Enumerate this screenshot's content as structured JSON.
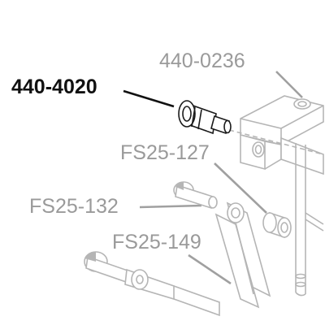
{
  "diagram": {
    "highlight_color": "#111111",
    "muted_color": "#9a9a9a",
    "labels": {
      "part_440_4020": "440-4020",
      "part_440_0236": "440-0236",
      "part_fs25_127": "FS25-127",
      "part_fs25_132": "FS25-132",
      "part_fs25_149": "FS25-149"
    }
  }
}
